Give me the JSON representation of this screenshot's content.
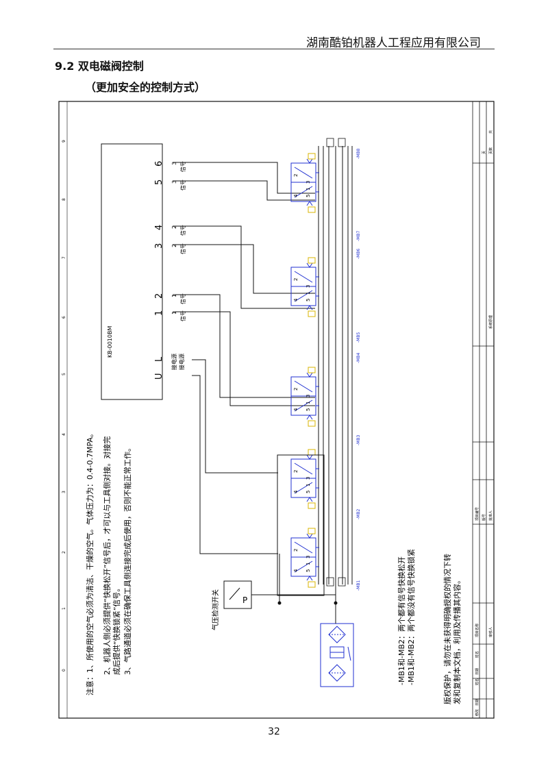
{
  "header": {
    "company": "湖南酷铂机器人工程应用有限公司"
  },
  "section": {
    "title": "9.2 双电磁阀控制",
    "subtitle": "（更加安全的控制方式）"
  },
  "drawing": {
    "controller": {
      "model": "KB-0010BM",
      "terminals": [
        "U",
        "L",
        "1",
        "2",
        "3",
        "4",
        "5",
        "6"
      ],
      "power_labels": [
        "接电源",
        "接电源"
      ],
      "signal_labels": [
        {
          "tag": "1",
          "text": "信号"
        },
        {
          "tag": "1",
          "text": "信号"
        },
        {
          "tag": "2",
          "text": "信号"
        },
        {
          "tag": "2",
          "text": "信号"
        },
        {
          "tag": "3",
          "text": "信号"
        },
        {
          "tag": "3",
          "text": "信号"
        }
      ]
    },
    "valves": {
      "port_labels": [
        "4",
        "2",
        "5",
        "1",
        "3"
      ],
      "tags": [
        "-MB1",
        "-MB2",
        "-MB3",
        "-MB4",
        "-MB5",
        "-MB6",
        "-MB7",
        "-MB8"
      ]
    },
    "pressure_switch": {
      "label": "气压检测开关",
      "symbol": "P"
    },
    "notes": [
      "注意：1、所使用的空气必须为清洁、干燥的空气。气体压力为：0.4-0.7MPA。",
      "2、机器人侧必须提供“快换松开”信号后，才可以与工具侧对接。对接完",
      "成后提供“快换锁紧”信号。",
      "3、气路通道必须在确保工具侧连接完成后使用，否则不能正常工作。"
    ],
    "status_lines": [
      "-MB1和-MB2：两个都有信号快换松开",
      "-MB1和-MB2：两个都没有信号快换锁紧"
    ],
    "copyright": [
      "版权保护，请勿在未获得明确授权的情况下转",
      "发和复制本文档，利用及传播其内容。"
    ],
    "title_block": {
      "col_labels": [
        "修改",
        "日期",
        "姓名",
        "日期",
        "姓名"
      ],
      "row_labels": [
        "项目名称",
        "项目编号",
        "版号",
        "批准人",
        "审核人"
      ],
      "drawing_name": "系统原理",
      "page_labels": [
        "页",
        "页数",
        "共"
      ]
    },
    "grid_numbers": [
      "0",
      "1",
      "2",
      "3",
      "4",
      "5",
      "6",
      "7",
      "8",
      "9"
    ],
    "colors": {
      "pneumatic": "#1f2fd0",
      "yellow_port": "#d8b400",
      "line": "#111111"
    }
  },
  "page": {
    "number": "32"
  }
}
